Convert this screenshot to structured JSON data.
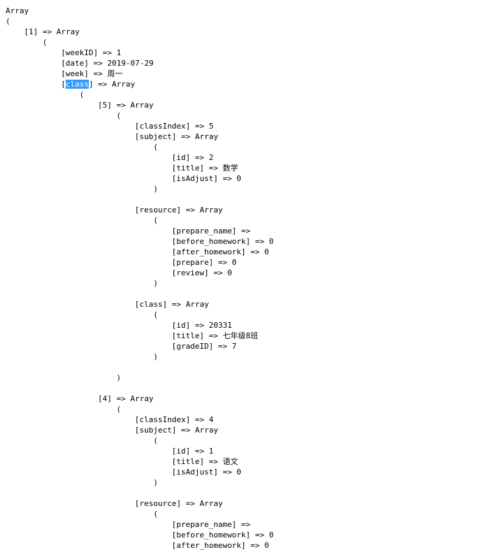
{
  "highlight_color": "#3399ff",
  "lines": [
    {
      "indent": 0,
      "text": "Array"
    },
    {
      "indent": 0,
      "text": "("
    },
    {
      "indent": 4,
      "text": "[1] => Array"
    },
    {
      "indent": 8,
      "text": "("
    },
    {
      "indent": 12,
      "text": "[weekID] => 1"
    },
    {
      "indent": 12,
      "text": "[date] => 2019-07-29"
    },
    {
      "indent": 12,
      "text": "[week] => 周一"
    },
    {
      "indent": 12,
      "pre": "[",
      "sel": "class",
      "post": "] => Array"
    },
    {
      "indent": 16,
      "text": "("
    },
    {
      "indent": 20,
      "text": "[5] => Array"
    },
    {
      "indent": 24,
      "text": "("
    },
    {
      "indent": 28,
      "text": "[classIndex] => 5"
    },
    {
      "indent": 28,
      "text": "[subject] => Array"
    },
    {
      "indent": 32,
      "text": "("
    },
    {
      "indent": 36,
      "text": "[id] => 2"
    },
    {
      "indent": 36,
      "text": "[title] => 数学"
    },
    {
      "indent": 36,
      "text": "[isAdjust] => 0"
    },
    {
      "indent": 32,
      "text": ")"
    },
    {
      "indent": 0,
      "text": ""
    },
    {
      "indent": 28,
      "text": "[resource] => Array"
    },
    {
      "indent": 32,
      "text": "("
    },
    {
      "indent": 36,
      "text": "[prepare_name] =>"
    },
    {
      "indent": 36,
      "text": "[before_homework] => 0"
    },
    {
      "indent": 36,
      "text": "[after_homework] => 0"
    },
    {
      "indent": 36,
      "text": "[prepare] => 0"
    },
    {
      "indent": 36,
      "text": "[review] => 0"
    },
    {
      "indent": 32,
      "text": ")"
    },
    {
      "indent": 0,
      "text": ""
    },
    {
      "indent": 28,
      "text": "[class] => Array"
    },
    {
      "indent": 32,
      "text": "("
    },
    {
      "indent": 36,
      "text": "[id] => 20331"
    },
    {
      "indent": 36,
      "text": "[title] => 七年级8班"
    },
    {
      "indent": 36,
      "text": "[gradeID] => 7"
    },
    {
      "indent": 32,
      "text": ")"
    },
    {
      "indent": 0,
      "text": ""
    },
    {
      "indent": 24,
      "text": ")"
    },
    {
      "indent": 0,
      "text": ""
    },
    {
      "indent": 20,
      "text": "[4] => Array"
    },
    {
      "indent": 24,
      "text": "("
    },
    {
      "indent": 28,
      "text": "[classIndex] => 4"
    },
    {
      "indent": 28,
      "text": "[subject] => Array"
    },
    {
      "indent": 32,
      "text": "("
    },
    {
      "indent": 36,
      "text": "[id] => 1"
    },
    {
      "indent": 36,
      "text": "[title] => 语文"
    },
    {
      "indent": 36,
      "text": "[isAdjust] => 0"
    },
    {
      "indent": 32,
      "text": ")"
    },
    {
      "indent": 0,
      "text": ""
    },
    {
      "indent": 28,
      "text": "[resource] => Array"
    },
    {
      "indent": 32,
      "text": "("
    },
    {
      "indent": 36,
      "text": "[prepare_name] =>"
    },
    {
      "indent": 36,
      "text": "[before_homework] => 0"
    },
    {
      "indent": 36,
      "text": "[after_homework] => 0"
    }
  ]
}
